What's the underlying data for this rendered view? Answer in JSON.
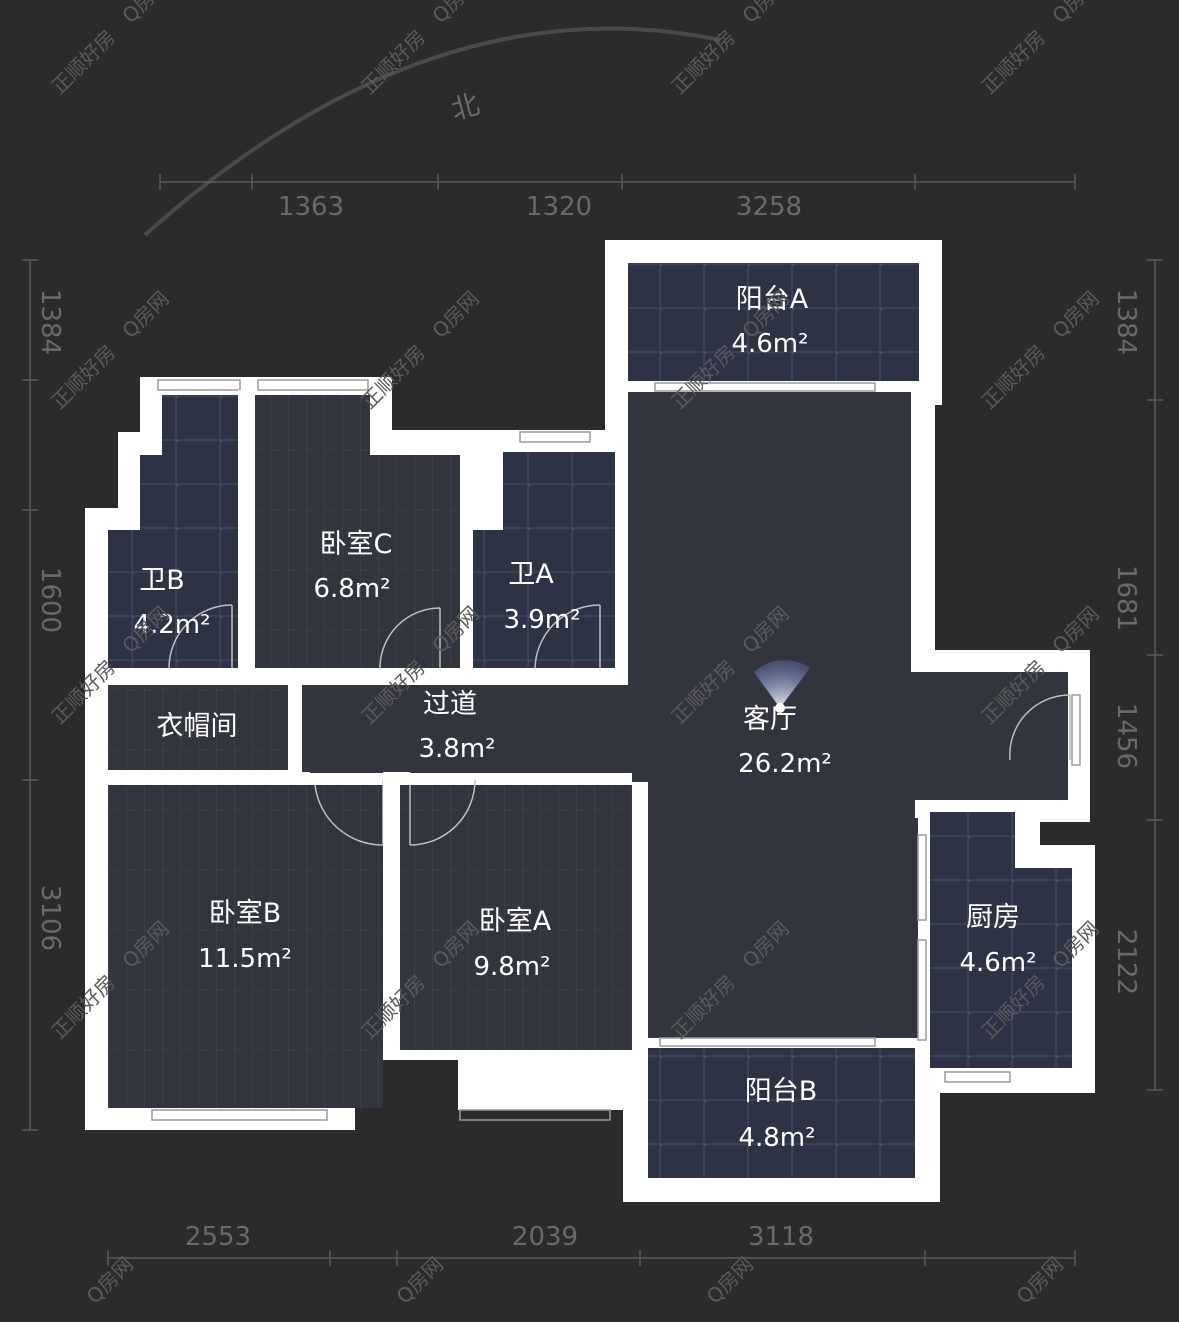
{
  "compass": {
    "label": "北"
  },
  "dimensions": {
    "top": [
      "1363",
      "1320",
      "3258"
    ],
    "bottom": [
      "2553",
      "2039",
      "3118"
    ],
    "left": [
      "1384",
      "1600",
      "3106"
    ],
    "right": [
      "1384",
      "1681",
      "1456",
      "2122"
    ]
  },
  "rooms": {
    "balcony_a": {
      "name": "阳台A",
      "area": "4.6m²"
    },
    "bedroom_c": {
      "name": "卧室C",
      "area": "6.8m²"
    },
    "bath_b": {
      "name": "卫B",
      "area": "4.2m²"
    },
    "bath_a": {
      "name": "卫A",
      "area": "3.9m²"
    },
    "cloakroom": {
      "name": "衣帽间"
    },
    "corridor": {
      "name": "过道",
      "area": "3.8m²"
    },
    "living": {
      "name": "客厅",
      "area": "26.2m²"
    },
    "bedroom_b": {
      "name": "卧室B",
      "area": "11.5m²"
    },
    "bedroom_a": {
      "name": "卧室A",
      "area": "9.8m²"
    },
    "kitchen": {
      "name": "厨房",
      "area": "4.6m²"
    },
    "balcony_b": {
      "name": "阳台B",
      "area": "4.8m²"
    }
  },
  "watermarks": {
    "brand": "正顺好房",
    "site": "Q房网"
  },
  "colors": {
    "background": "#2b2b2b",
    "wall": "#ffffff",
    "room_fill": "#33353e",
    "tile_fill": "#2d3245",
    "dimension": "#6a6a6a"
  }
}
